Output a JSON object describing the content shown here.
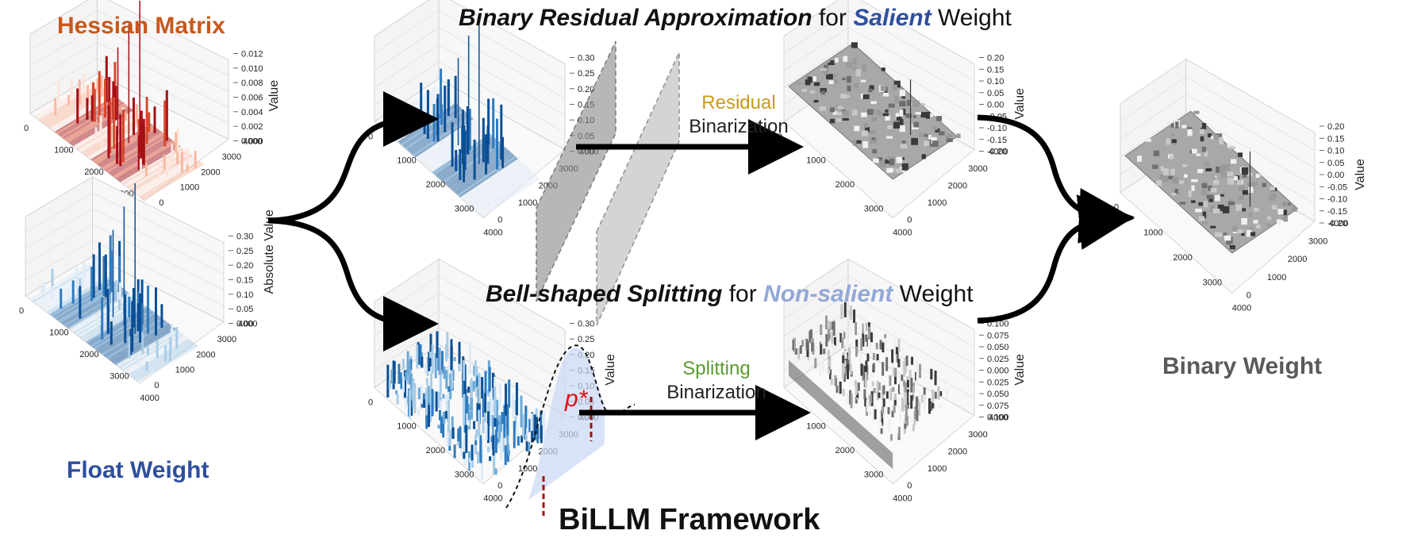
{
  "titles": {
    "hessian": "Hessian Matrix",
    "float_weight": "Float Weight",
    "binary_weight": "Binary  Weight",
    "framework": "BiLLM Framework"
  },
  "headers": {
    "top": {
      "part1": "Binary Residual Approximation",
      "part2": " for ",
      "part3": "Salient",
      "part4": " Weight"
    },
    "bottom": {
      "part1": "Bell-shaped Splitting",
      "part2": " for ",
      "part3": "Non-salient",
      "part4": " Weight"
    }
  },
  "arrow_labels": {
    "residual": "Residual",
    "residual_bin": "Binarization",
    "splitting": "Splitting",
    "splitting_bin": "Binarization"
  },
  "p_star": "p*",
  "colors": {
    "hessian_title": "#c8581a",
    "float_title": "#2e4f9f",
    "binary_title": "#5a5a5a",
    "salient": "#2e4f9f",
    "non_salient": "#93a8d8",
    "residual": "#c79b1a",
    "splitting": "#5a9a30",
    "p_star": "#e01010"
  },
  "plots": [
    {
      "id": "hessian",
      "zlabel": "Value",
      "zticks": [
        "0.012",
        "0.010",
        "0.008",
        "0.006",
        "0.004",
        "0.002",
        "0.000"
      ],
      "xticks": [
        "0",
        "1000",
        "2000",
        "3000",
        "4000"
      ],
      "yticks": [
        "0",
        "1000",
        "2000",
        "3000",
        "4000"
      ],
      "palette": "reds"
    },
    {
      "id": "float",
      "zlabel": "Absolute Value",
      "zticks": [
        "0.30",
        "0.25",
        "0.20",
        "0.15",
        "0.10",
        "0.05",
        "0.00"
      ],
      "xticks": [
        "0",
        "1000",
        "2000",
        "3000",
        "4000"
      ],
      "yticks": [
        "0",
        "1000",
        "2000",
        "3000",
        "4000"
      ],
      "palette": "blues"
    },
    {
      "id": "salient",
      "zlabel": "",
      "zticks": [
        "0.30",
        "0.25",
        "0.20",
        "0.15",
        "0.10",
        "0.05",
        "0.00"
      ],
      "xticks": [
        "0",
        "1000",
        "2000",
        "3000",
        "4000"
      ],
      "yticks": [
        "0",
        "1000",
        "2000",
        "3000",
        "4000"
      ],
      "palette": "blues"
    },
    {
      "id": "residual_out",
      "zlabel": "Value",
      "zticks": [
        "0.20",
        "0.15",
        "0.10",
        "0.05",
        "0.00",
        "-0.05",
        "-0.10",
        "-0.15",
        "-0.20"
      ],
      "xticks": [
        "0",
        "1000",
        "2000",
        "3000",
        "4000"
      ],
      "yticks": [
        "0",
        "1000",
        "2000",
        "3000",
        "4000"
      ],
      "palette": "grays"
    },
    {
      "id": "nonsalient",
      "zlabel": "Value",
      "zticks": [
        "0.30",
        "0.25",
        "0.20",
        "0.15",
        "0.10",
        "0.05",
        "0.00"
      ],
      "xticks": [
        "0",
        "1000",
        "2000",
        "3000",
        "4000"
      ],
      "yticks": [
        "0",
        "1000",
        "2000",
        "3000",
        "4000"
      ],
      "palette": "blues"
    },
    {
      "id": "split_out",
      "zlabel": "Value",
      "zticks": [
        "0.100",
        "0.075",
        "0.050",
        "0.025",
        "0.000",
        "0.025",
        "0.050",
        "0.075",
        "0.100"
      ],
      "xticks": [
        "0",
        "1000",
        "2000",
        "3000",
        "4000"
      ],
      "yticks": [
        "0",
        "1000",
        "2000",
        "3000",
        "4000"
      ],
      "palette": "grays"
    },
    {
      "id": "binary",
      "zlabel": "Value",
      "zticks": [
        "0.20",
        "0.15",
        "0.10",
        "0.05",
        "0.00",
        "-0.05",
        "-0.10",
        "-0.15",
        "-0.20"
      ],
      "xticks": [
        "0",
        "1000",
        "2000",
        "3000",
        "4000"
      ],
      "yticks": [
        "0",
        "1000",
        "2000",
        "3000",
        "4000"
      ],
      "palette": "grays"
    }
  ]
}
